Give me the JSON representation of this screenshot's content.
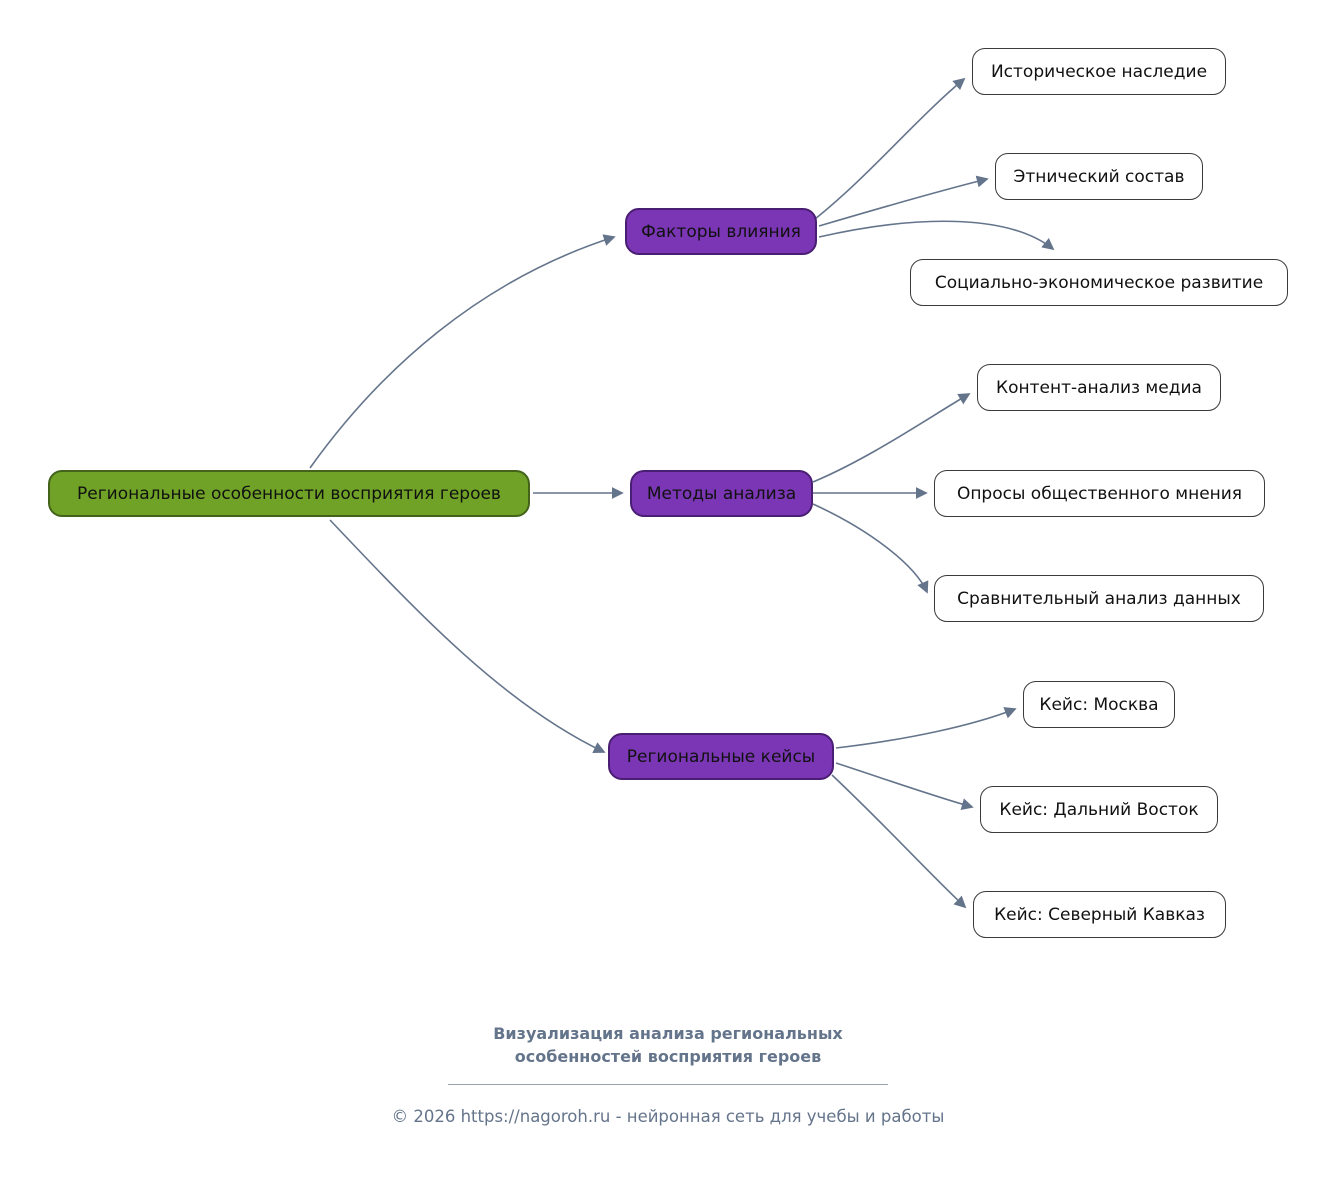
{
  "diagram": {
    "root": {
      "label": "Региональные особенности восприятия героев"
    },
    "branches": [
      {
        "id": "factors",
        "label": "Факторы влияния",
        "children": [
          {
            "label": "Историческое наследие"
          },
          {
            "label": "Этнический состав"
          },
          {
            "label": "Социально-экономическое развитие"
          }
        ]
      },
      {
        "id": "methods",
        "label": "Методы анализа",
        "children": [
          {
            "label": "Контент-анализ медиа"
          },
          {
            "label": "Опросы общественного мнения"
          },
          {
            "label": "Сравнительный анализ данных"
          }
        ]
      },
      {
        "id": "cases",
        "label": "Региональные кейсы",
        "children": [
          {
            "label": "Кейс: Москва"
          },
          {
            "label": "Кейс: Дальний Восток"
          },
          {
            "label": "Кейс: Северный Кавказ"
          }
        ]
      }
    ],
    "colors": {
      "root_fill": "#6fa226",
      "root_border": "#44631a",
      "branch_fill": "#7a36b4",
      "branch_border": "#4a1e73",
      "leaf_fill": "#ffffff",
      "leaf_border": "#3a3a3a",
      "connector": "#64748b",
      "footer_text": "#64748b"
    }
  },
  "footer": {
    "caption_line1": "Визуализация анализа региональных",
    "caption_line2": "особенностей восприятия героев",
    "copyright": "© 2026 https://nagoroh.ru - нейронная сеть для учебы и работы"
  }
}
